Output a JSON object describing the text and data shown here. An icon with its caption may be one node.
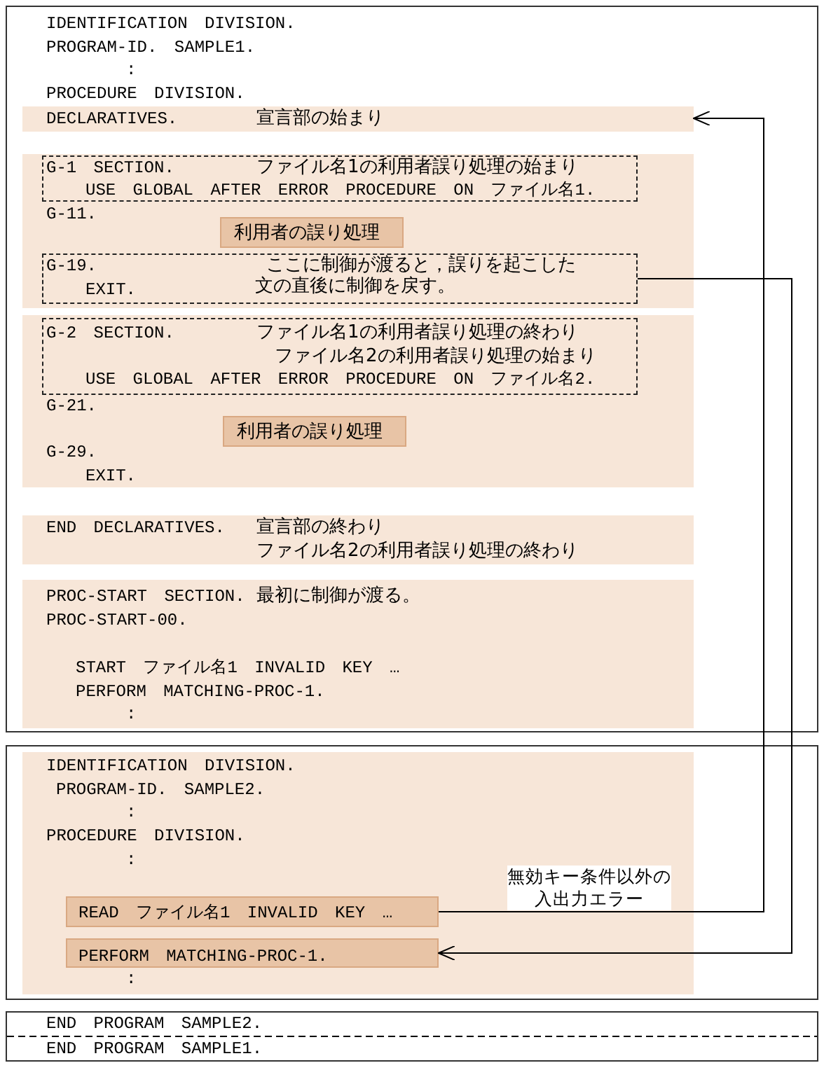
{
  "diagram": {
    "nodes": [
      {
        "text": [
          "IDENTIFICATION DIVISION.",
          "PROGRAM-ID. SAMPLE1.",
          ":",
          "PROCEDURE DIVISION."
        ]
      },
      {
        "text": [
          "DECLARATIVES.",
          "宣言部の始まり"
        ],
        "in": 0
      },
      {
        "text": [
          "G-11."
        ],
        "in": 0
      },
      {
        "text": [
          "G-1 SECTION.",
          "ファイル名1の利用者誤り処理の始まり",
          "USE GLOBAL AFTER ERROR PROCEDURE ON ファイル名1."
        ],
        "in": 2
      },
      {
        "text": [
          "利用者の誤り処理"
        ],
        "in": 2
      },
      {
        "text": [
          "G-19.",
          "EXIT.",
          "ここに制御が渡ると，誤りを起こした文の直後に制御を戻す。"
        ],
        "in": 2
      },
      {
        "text": [
          "G-21.",
          "G-29.",
          "EXIT."
        ],
        "in": 0
      },
      {
        "text": [
          "G-2 SECTION.",
          "ファイル名1の利用者誤り処理の終わり",
          "ファイル名2の利用者誤り処理の始まり",
          "USE GLOBAL AFTER ERROR PROCEDURE ON ファイル名2."
        ],
        "in": 6
      },
      {
        "text": [
          "利用者の誤り処理"
        ],
        "in": 6
      },
      {
        "text": [
          "END DECLARATIVES.",
          "宣言部の終わり",
          "ファイル名2の利用者誤り処理の終わり"
        ],
        "in": 0
      },
      {
        "text": [
          "PROC-START SECTION.",
          "最初に制御が渡る。",
          "PROC-START-00.",
          "START ファイル名1 INVALID KEY …",
          "PERFORM MATCHING-PROC-1.",
          ":"
        ],
        "in": 0
      },
      {
        "text": [],
        "shape": "box"
      },
      {
        "text": [
          "IDENTIFICATION DIVISION.",
          "PROGRAM-ID. SAMPLE2.",
          ":",
          "PROCEDURE DIVISION.",
          ":",
          ":"
        ],
        "in": 11
      },
      {
        "text": [
          "READ ファイル名1 INVALID KEY …"
        ],
        "in": 12
      },
      {
        "text": [
          "PERFORM MATCHING-PROC-1."
        ],
        "in": 12
      },
      {
        "text": [
          "END PROGRAM SAMPLE2.",
          "END PROGRAM SAMPLE1."
        ]
      }
    ],
    "edges": [
      {
        "from": 13,
        "to": 1,
        "arrow": "to",
        "label": "無効キー条件以外の入出力エラー"
      },
      {
        "from": 5,
        "to": 14,
        "arrow": "to"
      }
    ]
  }
}
